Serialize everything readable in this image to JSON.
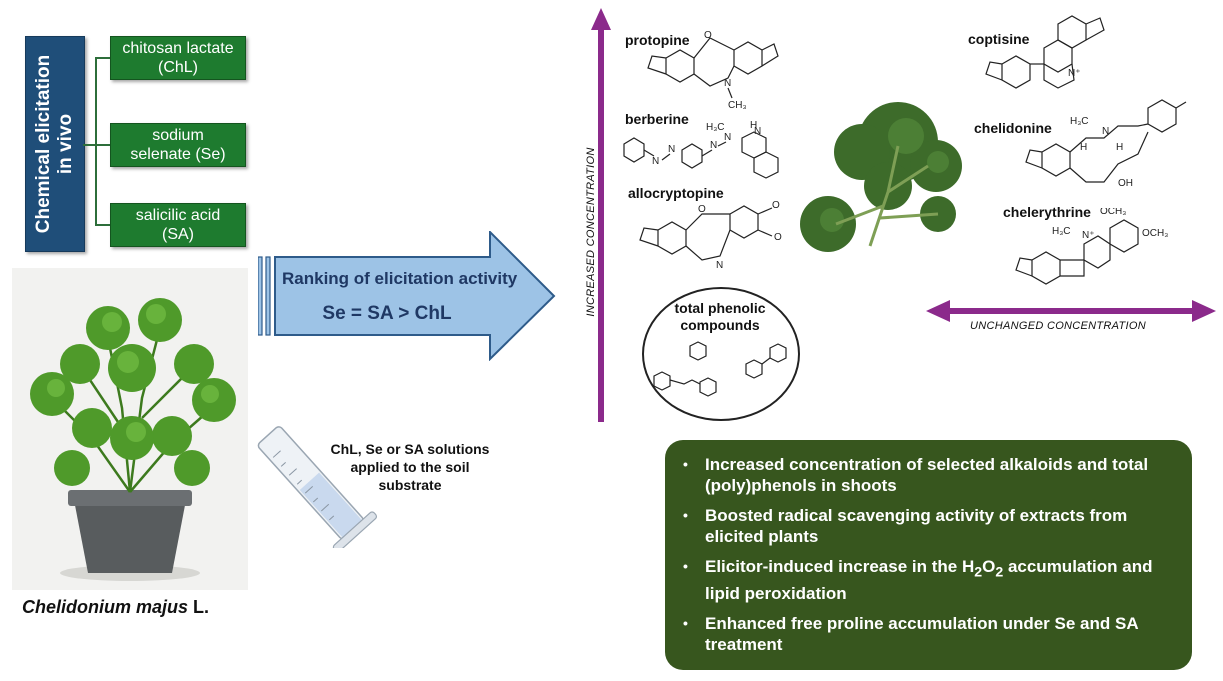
{
  "elicitation": {
    "title_line1": "Chemical elicitation",
    "title_line2": "in vivo",
    "elicitors": [
      {
        "line1": "chitosan lactate",
        "line2": "(ChL)"
      },
      {
        "line1": "sodium",
        "line2": "selenate (Se)"
      },
      {
        "line1": "salicilic acid",
        "line2": "(SA)"
      }
    ]
  },
  "ranking": {
    "title": "Ranking of elicitation activity",
    "value": "Se = SA > ChL"
  },
  "plant": {
    "genus_species": "Chelidonium majus",
    "authority": " L."
  },
  "application": {
    "line1": "ChL, Se or SA solutions",
    "line2": "applied to the soil",
    "line3": "substrate"
  },
  "compounds": {
    "increased": [
      "protopine",
      "berberine",
      "allocryptopine"
    ],
    "unchanged": [
      "coptisine",
      "chelidonine",
      "chelerythrine"
    ],
    "phenolic_line1": "total phenolic",
    "phenolic_line2": "compounds"
  },
  "axes": {
    "increased_label": "INCREASED  CONCENTRATION",
    "unchanged_label": "UNCHANGED CONCENTRATION"
  },
  "findings": [
    {
      "text": "Increased concentration of selected alkaloids and total (poly)phenols in shoots"
    },
    {
      "text_before": "Elicitor-induced increase in the H",
      "sub1": "2",
      "mid": "O",
      "sub2": "2",
      "text_after": " accumulation and lipid peroxidation"
    },
    {
      "text": "Boosted radical scavenging activity of extracts from elicited plants"
    },
    {
      "text": "Enhanced free proline accumulation under Se and SA treatment"
    }
  ],
  "colors": {
    "title_box": "#1f4e79",
    "elicitor_box": "#1e7b2f",
    "arrow_fill": "#9dc3e6",
    "axis_purple": "#8b2a8b",
    "findings_bg": "#37561e"
  }
}
